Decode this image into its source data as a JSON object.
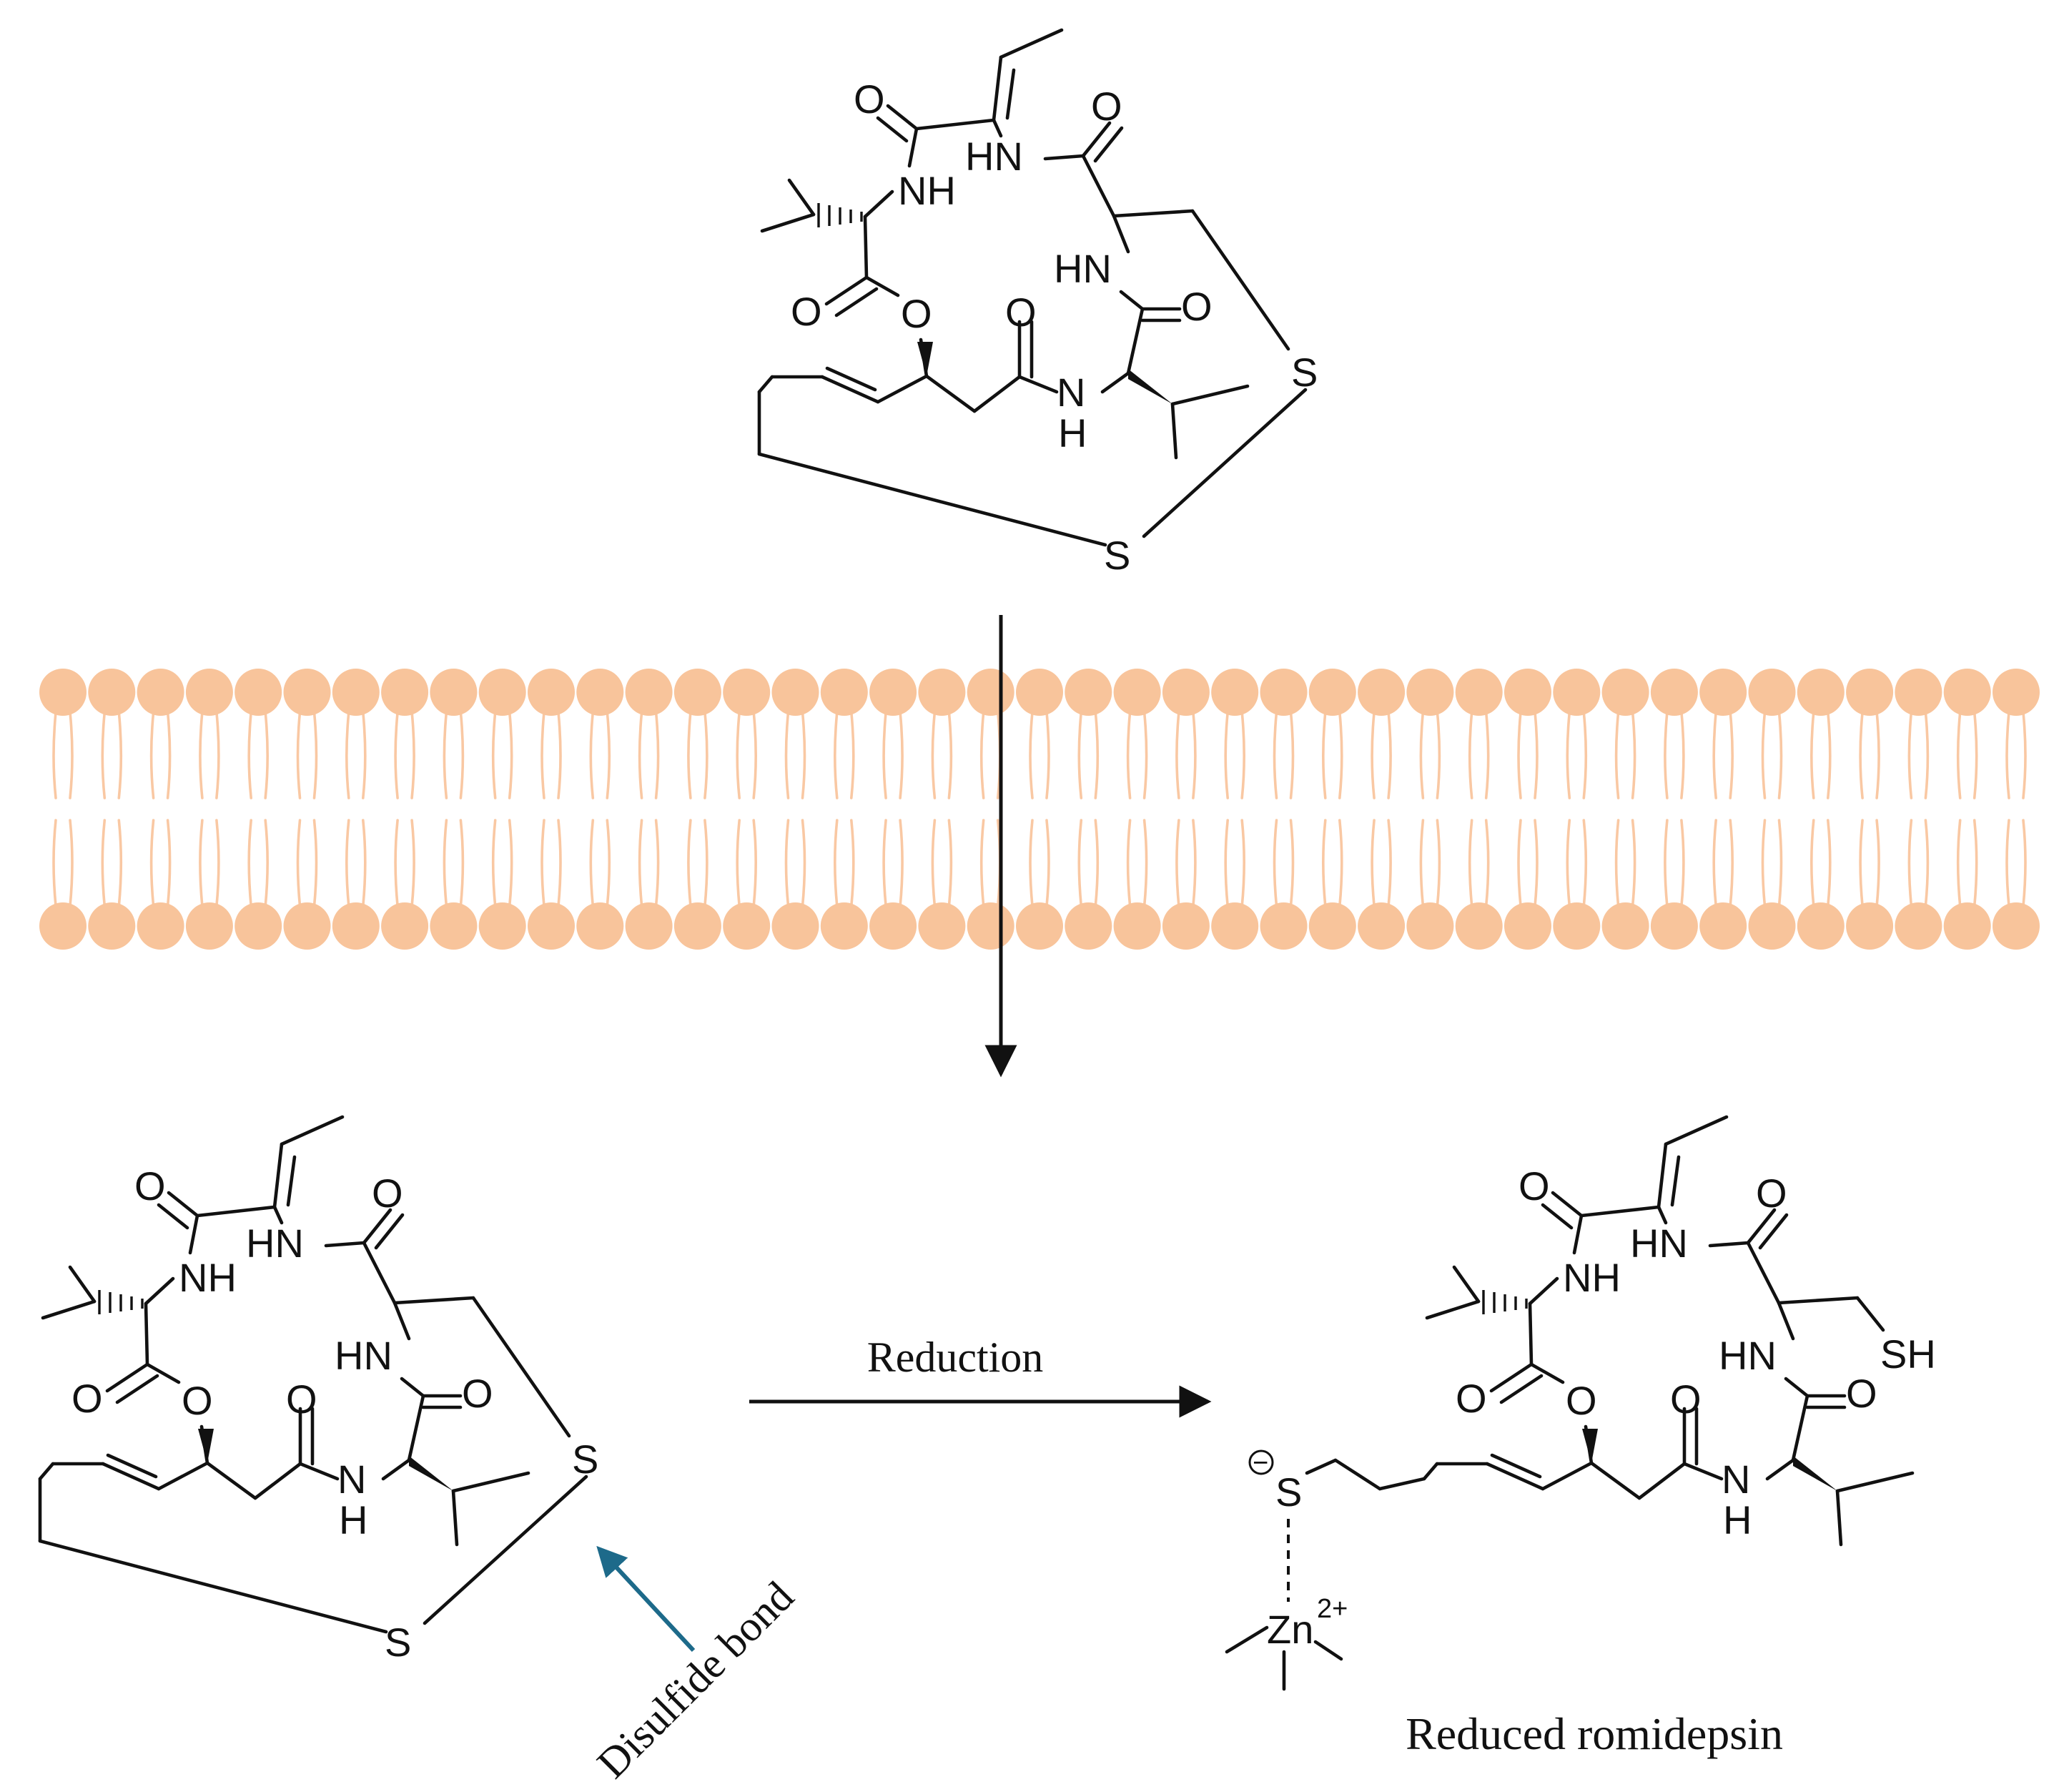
{
  "title": "",
  "steps": {
    "reaction_label": "Reduction",
    "product_caption": "Reduced romidepsin",
    "annotation": "Disulfide bond"
  },
  "atoms": {
    "O": "O",
    "NH": "NH",
    "HN": "HN",
    "N": "N",
    "H": "H",
    "S": "S",
    "SH": "SH",
    "Zn": "Zn",
    "zn_charge": "2+",
    "thiolate_charge": "−"
  },
  "membrane": {
    "description_colors": {
      "head": "#f8c49b",
      "tail": "#f9c8a3"
    },
    "head_count_per_leaflet": 41
  },
  "colors": {
    "ink": "#111111",
    "annotation_arrow": "#1d6a8a"
  }
}
